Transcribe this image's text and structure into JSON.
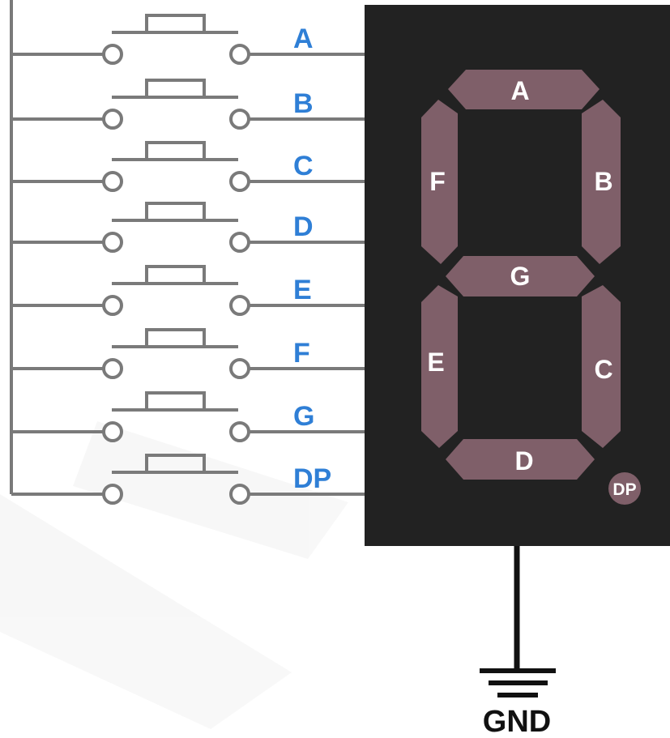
{
  "colors": {
    "wire": "#7a7a7a",
    "label_blue": "#2f7fd6",
    "display_body": "#222222",
    "segment_fill": "#7f5f69",
    "segment_label": "#ffffff",
    "ground_wire": "#111111"
  },
  "switch_lines": [
    "A",
    "B",
    "C",
    "D",
    "E",
    "F",
    "G",
    "DP"
  ],
  "display": {
    "segments": [
      {
        "id": "a",
        "label": "A"
      },
      {
        "id": "b",
        "label": "B"
      },
      {
        "id": "c",
        "label": "C"
      },
      {
        "id": "d",
        "label": "D"
      },
      {
        "id": "e",
        "label": "E"
      },
      {
        "id": "f",
        "label": "F"
      },
      {
        "id": "g",
        "label": "G"
      }
    ],
    "dp_label": "DP"
  },
  "ground": {
    "label": "GND"
  }
}
